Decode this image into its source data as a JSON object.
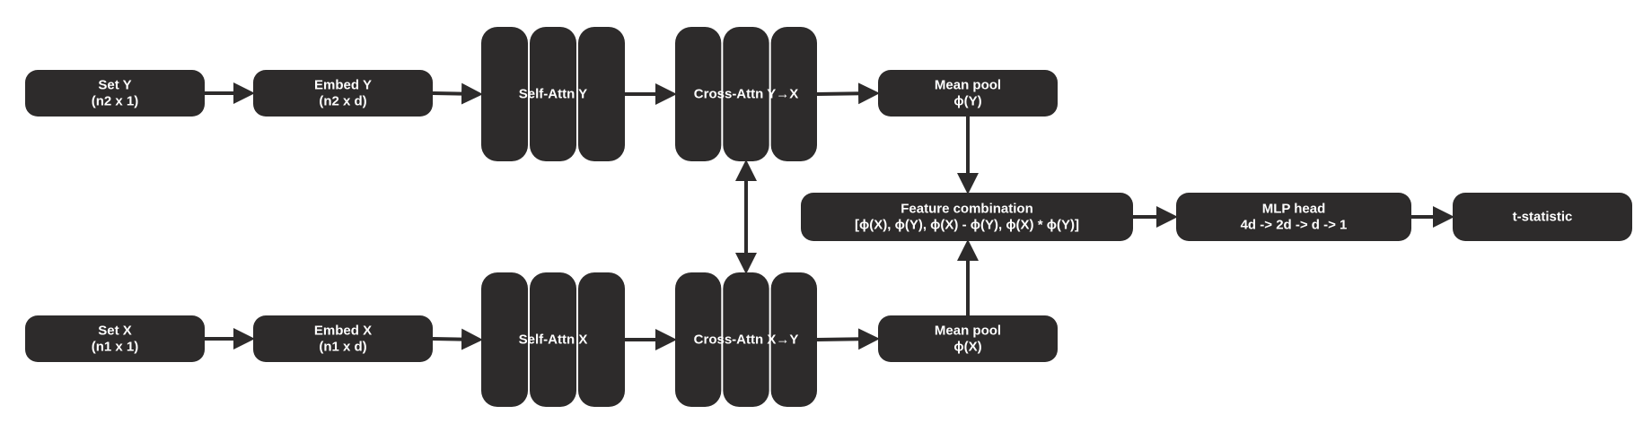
{
  "diagram": {
    "nodes": {
      "set_y": {
        "lines": [
          "Set Y",
          "(n2 x 1)"
        ]
      },
      "embed_y": {
        "lines": [
          "Embed Y",
          "(n2 x d)"
        ]
      },
      "self_attn_y": {
        "lines": [
          "Self-Attn Y"
        ]
      },
      "cross_attn_y": {
        "lines": [
          "Cross-Attn Y→X"
        ]
      },
      "mean_pool_y": {
        "lines": [
          "Mean pool",
          "ϕ(Y)"
        ]
      },
      "set_x": {
        "lines": [
          "Set X",
          "(n1 x 1)"
        ]
      },
      "embed_x": {
        "lines": [
          "Embed X",
          "(n1 x d)"
        ]
      },
      "self_attn_x": {
        "lines": [
          "Self-Attn X"
        ]
      },
      "cross_attn_x": {
        "lines": [
          "Cross-Attn X→Y"
        ]
      },
      "mean_pool_x": {
        "lines": [
          "Mean pool",
          "ϕ(X)"
        ]
      },
      "feature_combination": {
        "lines": [
          "Feature combination",
          "[ϕ(X), ϕ(Y), ϕ(X) - ϕ(Y), ϕ(X) * ϕ(Y)]"
        ]
      },
      "mlp_head": {
        "lines": [
          "MLP head",
          "4d -> 2d -> d -> 1"
        ]
      },
      "t_statistic": {
        "lines": [
          "t-statistic"
        ]
      }
    },
    "edges": [
      {
        "from": "set_y",
        "to": "embed_y",
        "direction": "forward"
      },
      {
        "from": "embed_y",
        "to": "self_attn_y",
        "direction": "forward"
      },
      {
        "from": "self_attn_y",
        "to": "cross_attn_y",
        "direction": "forward"
      },
      {
        "from": "cross_attn_y",
        "to": "mean_pool_y",
        "direction": "forward"
      },
      {
        "from": "set_x",
        "to": "embed_x",
        "direction": "forward"
      },
      {
        "from": "embed_x",
        "to": "self_attn_x",
        "direction": "forward"
      },
      {
        "from": "self_attn_x",
        "to": "cross_attn_x",
        "direction": "forward"
      },
      {
        "from": "cross_attn_x",
        "to": "mean_pool_x",
        "direction": "forward"
      },
      {
        "from": "cross_attn_y",
        "to": "cross_attn_x",
        "direction": "bidirectional"
      },
      {
        "from": "mean_pool_y",
        "to": "feature_combination",
        "direction": "forward"
      },
      {
        "from": "mean_pool_x",
        "to": "feature_combination",
        "direction": "forward"
      },
      {
        "from": "feature_combination",
        "to": "mlp_head",
        "direction": "forward"
      },
      {
        "from": "mlp_head",
        "to": "t_statistic",
        "direction": "forward"
      }
    ]
  }
}
